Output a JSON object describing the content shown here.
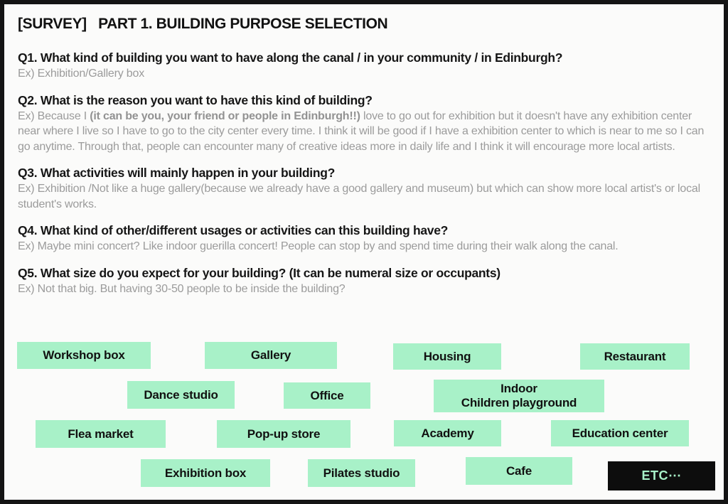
{
  "page": {
    "title": "[SURVEY]   PART 1. BUILDING PURPOSE SELECTION"
  },
  "questions": [
    {
      "label": "Q1. What kind of building you want to have along the canal / in your community / in Edinburgh?",
      "example": "Ex) Exhibition/Gallery box"
    },
    {
      "label": "Q2. What is the reason you want to have this kind of building?",
      "example_prefix": "Ex) Because I ",
      "example_bold": "(it can be you, your friend or people in Edinburgh!!)",
      "example_suffix": " love to go out for exhibition but it doesn't have any exhibition center near where I live so I have to go to the city center every time. I think it will be good if I have a exhibition center to which is near to me so I can go anytime. Through that, people can encounter many of creative ideas more in daily life and I think it will encourage more local artists."
    },
    {
      "label": "Q3. What activities will mainly happen in your building?",
      "example": "Ex) Exhibition /Not like a huge gallery(because we already have a good gallery and museum) but which can show more local artist's or local student's works."
    },
    {
      "label": "Q4. What kind of other/different usages or activities can this building have?",
      "example": "Ex) Maybe mini concert? Like indoor guerilla concert! People can stop by and spend time during their walk along the canal."
    },
    {
      "label": "Q5. What size do you expect for your building? (It can be numeral size or occupants)",
      "example": "Ex) Not that big. But having 30-50 people to be inside the building?"
    }
  ],
  "options": [
    {
      "label": "Workshop box"
    },
    {
      "label": "Gallery"
    },
    {
      "label": "Housing"
    },
    {
      "label": "Restaurant"
    },
    {
      "label": "Dance studio"
    },
    {
      "label": "Office"
    },
    {
      "label": "Indoor\nChildren playground"
    },
    {
      "label": "Flea market"
    },
    {
      "label": "Pop-up store"
    },
    {
      "label": "Academy"
    },
    {
      "label": "Education center"
    },
    {
      "label": "Exhibition box"
    },
    {
      "label": "Pilates studio"
    },
    {
      "label": "Cafe"
    },
    {
      "label": "ETC⋯"
    }
  ],
  "colors": {
    "option_bg": "#a8f1c8",
    "etc_bg": "#0d0d0d",
    "etc_text": "#a8f1c8",
    "question_text": "#161616",
    "example_text": "#9b9b9b",
    "frame": "#141414"
  }
}
